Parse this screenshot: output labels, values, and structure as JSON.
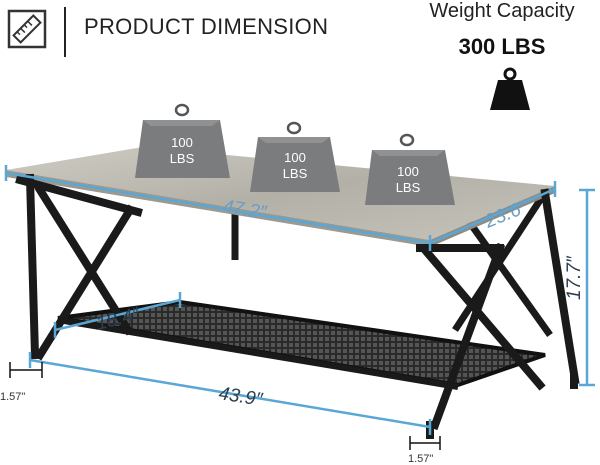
{
  "header": {
    "title": "PRODUCT DIMENSION",
    "weight_capacity_label": "Weight Capacity",
    "weight_capacity_value": "300 LBS",
    "ruler_icon": "ruler-pencil-icon",
    "weight_icon": "weight-icon"
  },
  "weights": [
    {
      "line1": "100",
      "line2": "LBS"
    },
    {
      "line1": "100",
      "line2": "LBS"
    },
    {
      "line1": "100",
      "line2": "LBS"
    }
  ],
  "dimensions": {
    "top_length": "47.2″",
    "top_depth": "23.6″",
    "height": "17.7″",
    "shelf_depth": "18.4″",
    "bottom_length": "43.9″",
    "foot_left": "1.57\"",
    "foot_right": "1.57\""
  },
  "colors": {
    "dimension_line": "#5aa7d6",
    "frame": "#1a1a1a",
    "tabletop": "#b9b6ad",
    "weight": "#7b7c7e"
  }
}
